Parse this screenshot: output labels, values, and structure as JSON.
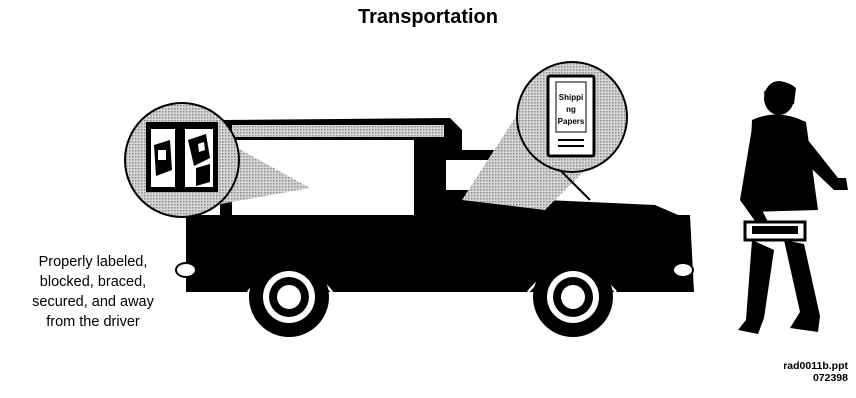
{
  "title": "Transportation",
  "caption_lines": [
    "Properly labeled,",
    "blocked, braced,",
    "secured, and away",
    "from the driver"
  ],
  "shipping_papers_lines": [
    "Shippi",
    "ng",
    "Papers"
  ],
  "reference": {
    "file": "rad0011b.ppt",
    "code": "072398"
  }
}
